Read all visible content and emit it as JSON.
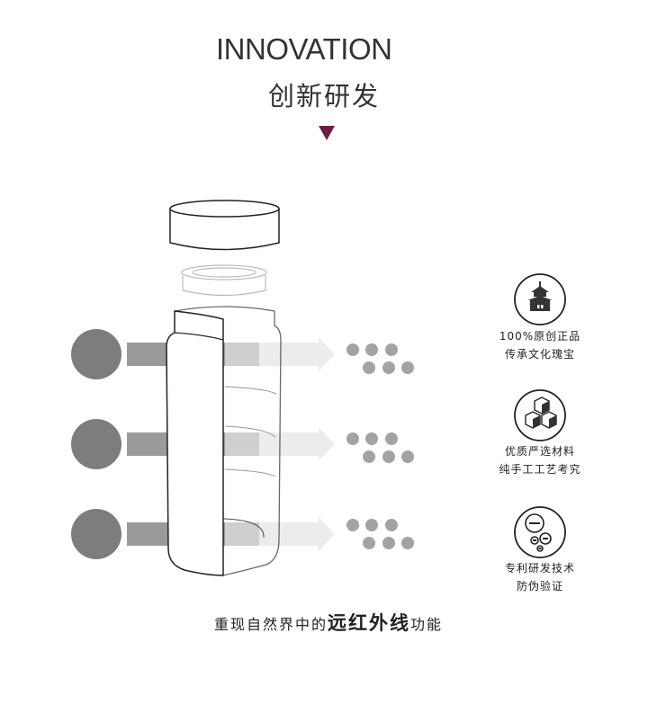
{
  "header": {
    "title_en": "INNOVATION",
    "title_cn": "创新研发",
    "accent_color": "#6b1e3f"
  },
  "features": [
    {
      "icon": "temple-icon",
      "line1": "100%原创正品",
      "line2": "传承文化瑰宝"
    },
    {
      "icon": "cubes-icon",
      "line1": "优质严选材料",
      "line2": "纯手工工艺考究"
    },
    {
      "icon": "seal-circles-icon",
      "line1": "专利研发技术",
      "line2": "防伪验证"
    }
  ],
  "caption": {
    "prefix": "重现自然界中的",
    "highlight": "远红外线",
    "suffix": "功能"
  }
}
